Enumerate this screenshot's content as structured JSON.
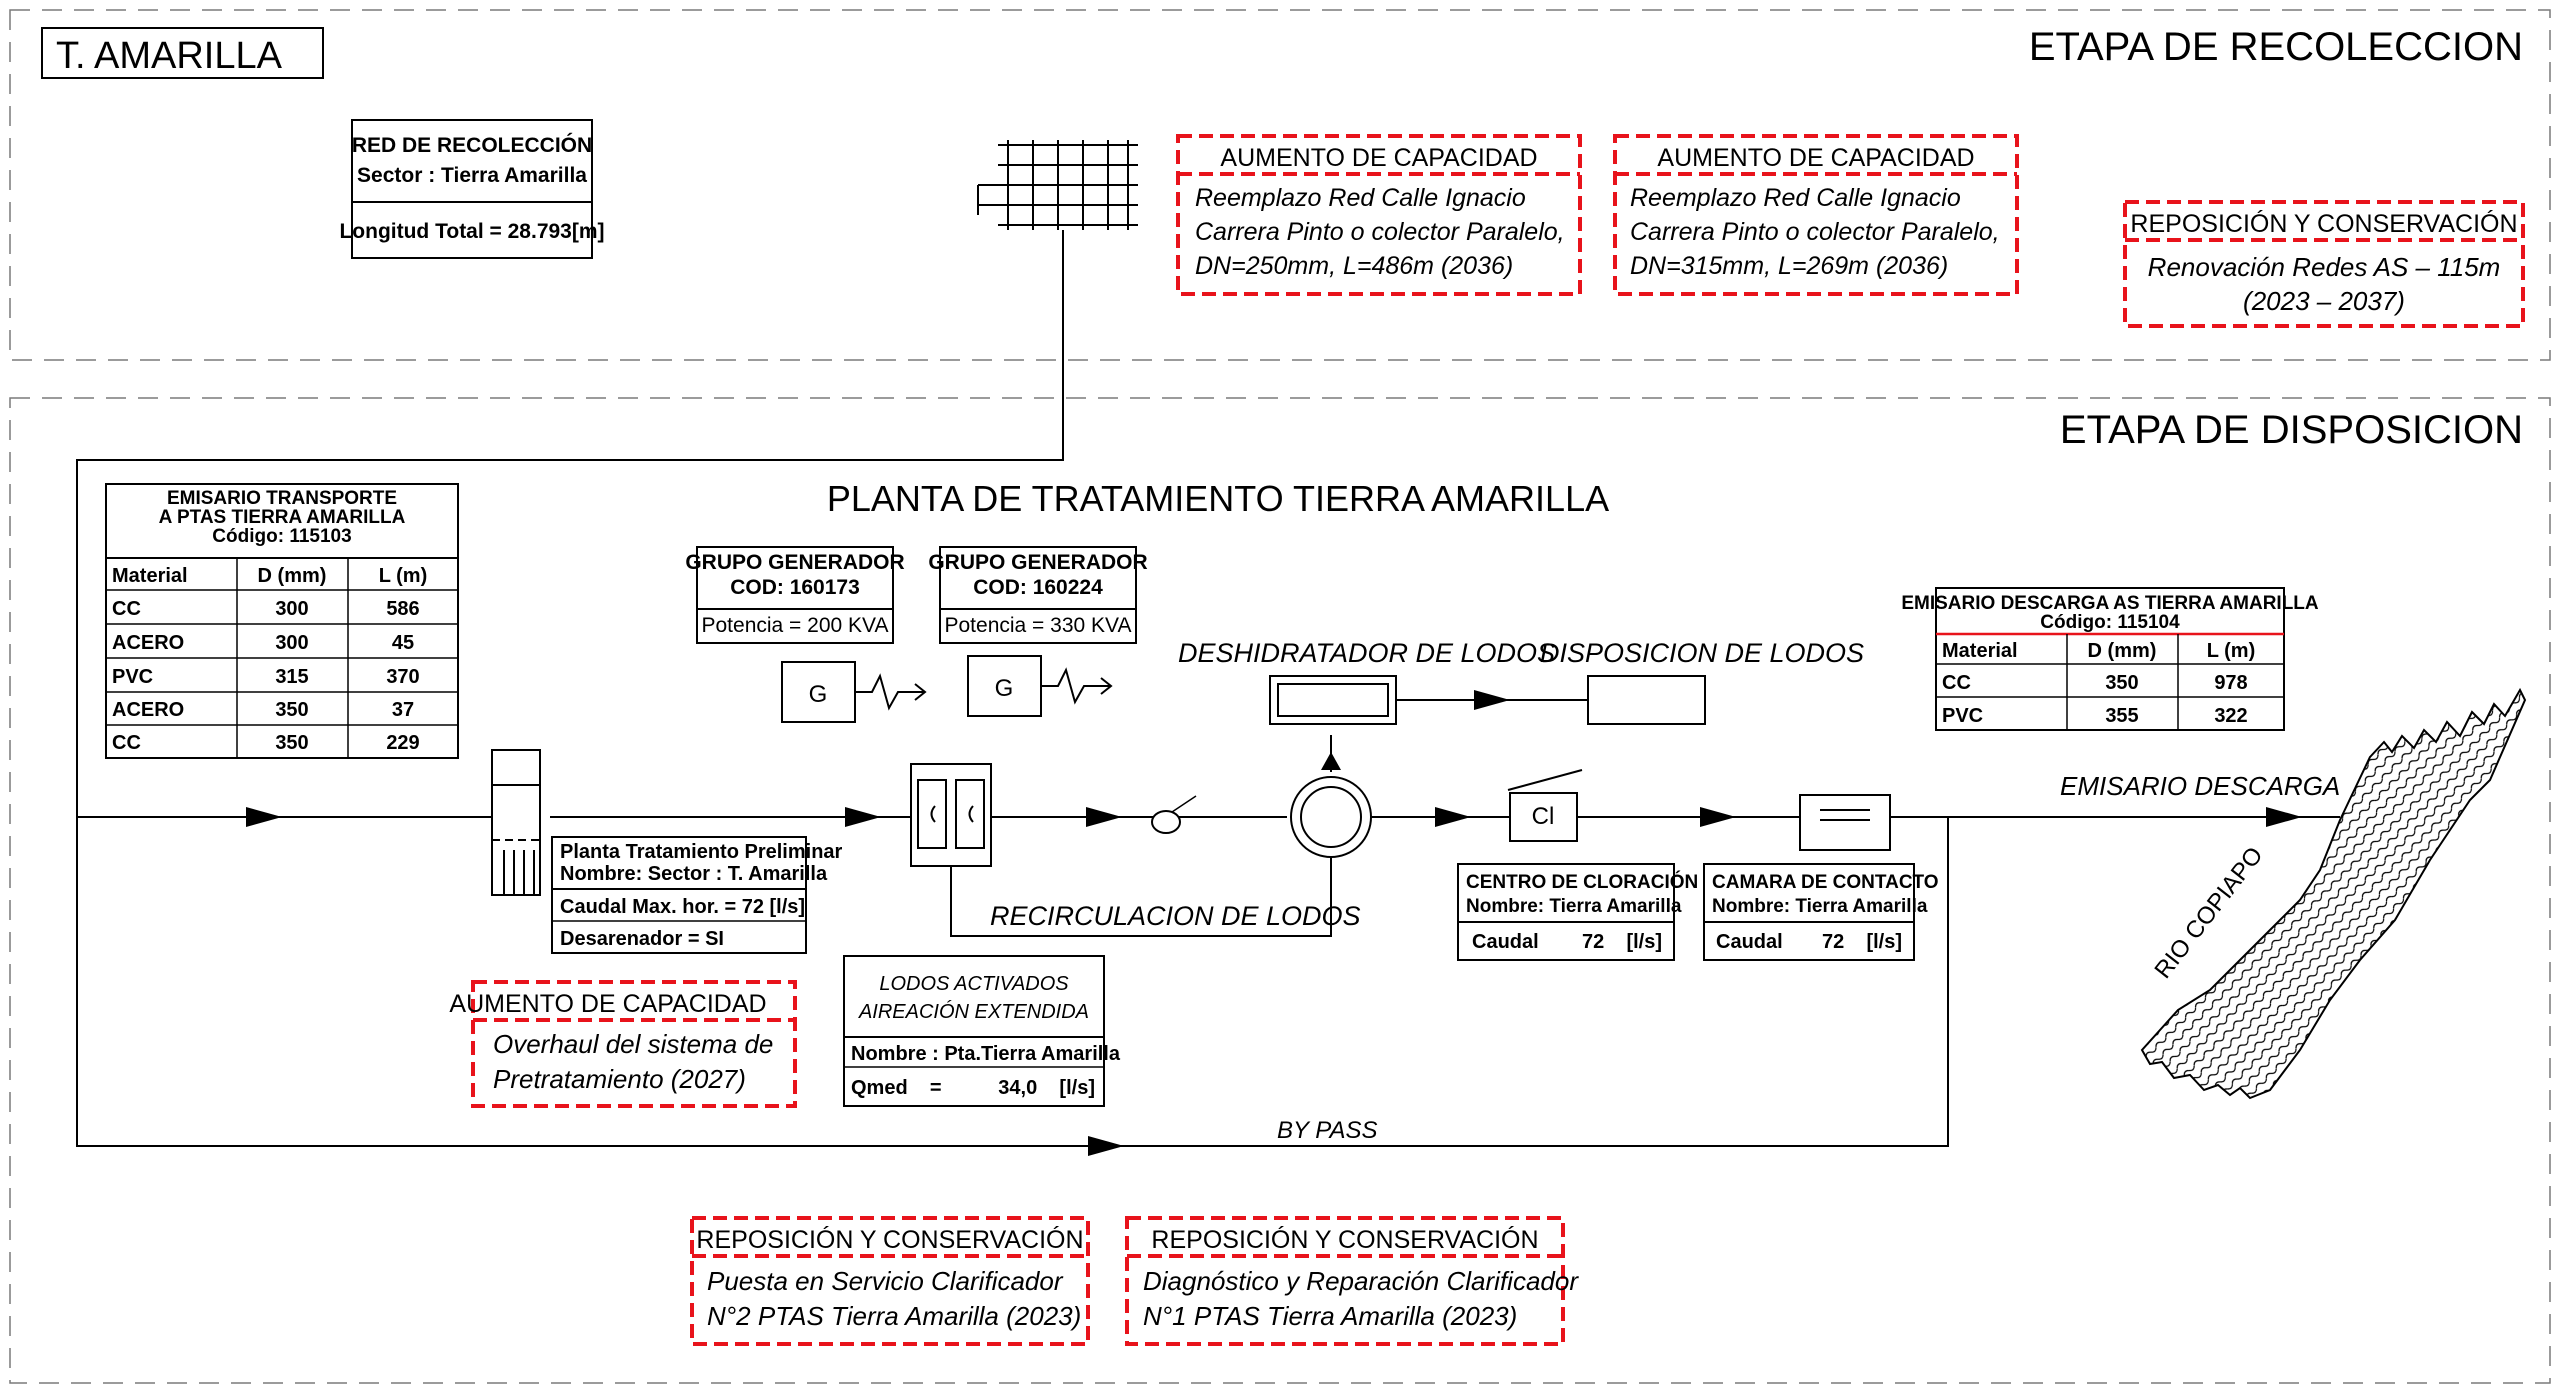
{
  "title_box": "T. AMARILLA",
  "stages": {
    "collection": "ETAPA DE RECOLECCION",
    "disposal": "ETAPA DE DISPOSICION"
  },
  "plant_title": "PLANTA DE TRATAMIENTO TIERRA AMARILLA",
  "collection_network": {
    "line1": "RED DE RECOLECCIÓN",
    "line2": "Sector : Tierra Amarilla",
    "length": "Longitud Total = 28.793[m]"
  },
  "red_boxes": {
    "cap1": {
      "title": "AUMENTO DE CAPACIDAD",
      "l1": "Reemplazo Red Calle Ignacio",
      "l2": "Carrera Pinto o colector Paralelo,",
      "l3": "DN=250mm, L=486m (2036)"
    },
    "cap2": {
      "title": "AUMENTO DE CAPACIDAD",
      "l1": "Reemplazo Red Calle Ignacio",
      "l2": "Carrera Pinto o colector Paralelo,",
      "l3": "DN=315mm, L=269m (2036)"
    },
    "rep1": {
      "title": "REPOSICIÓN Y CONSERVACIÓN",
      "l1": "Renovación Redes AS – 115m",
      "l2": "(2023 – 2037)"
    },
    "cap3": {
      "title": "AUMENTO DE CAPACIDAD",
      "l1": "Overhaul del sistema de",
      "l2": "Pretratamiento (2027)"
    },
    "rep2": {
      "title": "REPOSICIÓN Y CONSERVACIÓN",
      "l1": "Puesta en Servicio Clarificador",
      "l2": "N°2 PTAS Tierra Amarilla (2023)"
    },
    "rep3": {
      "title": "REPOSICIÓN Y CONSERVACIÓN",
      "l1": "Diagnóstico y Reparación Clarificador",
      "l2": "N°1 PTAS Tierra Amarilla (2023)"
    }
  },
  "emisario_transporte": {
    "t1": "EMISARIO TRANSPORTE",
    "t2": "A PTAS TIERRA AMARILLA",
    "t3": "Código: 115103",
    "headers": [
      "Material",
      "D (mm)",
      "L (m)"
    ],
    "rows": [
      [
        "CC",
        "300",
        "586"
      ],
      [
        "ACERO",
        "300",
        "45"
      ],
      [
        "PVC",
        "315",
        "370"
      ],
      [
        "ACERO",
        "350",
        "37"
      ],
      [
        "CC",
        "350",
        "229"
      ]
    ]
  },
  "emisario_descarga_table": {
    "t1": "EMISARIO DESCARGA AS TIERRA AMARILLA",
    "t2": "Código: 115104",
    "headers": [
      "Material",
      "D (mm)",
      "L (m)"
    ],
    "rows": [
      [
        "CC",
        "350",
        "978"
      ],
      [
        "PVC",
        "355",
        "322"
      ]
    ]
  },
  "generators": {
    "g1": {
      "t1": "GRUPO GENERADOR",
      "t2": "COD: 160173",
      "power": "Potencia = 200 KVA",
      "symbol": "G"
    },
    "g2": {
      "t1": "GRUPO GENERADOR",
      "t2": "COD: 160224",
      "power": "Potencia = 330 KVA",
      "symbol": "G"
    }
  },
  "preliminary": {
    "l1": "Planta Tratamiento Preliminar",
    "l2": "Nombre: Sector :   T. Amarilla",
    "l3": "Caudal Max. hor. = 72  [l/s]",
    "l4": "Desarenador  =   SI"
  },
  "lodos": {
    "l1": "LODOS ACTIVADOS",
    "l2": "AIREACIÓN EXTENDIDA",
    "l3": "Nombre : Pta.Tierra Amarilla",
    "l4a": "Qmed    =",
    "l4b": "34,0    [l/s]"
  },
  "cloracion": {
    "l1": "CENTRO DE CLORACIÓN",
    "l2": "Nombre:  Tierra Amarilla",
    "caudal_label": "Caudal",
    "caudal_value": "72    [l/s]",
    "symbol": "Cl"
  },
  "contacto": {
    "l1": "CAMARA DE CONTACTO",
    "l2": "Nombre: Tierra Amarilla",
    "caudal_label": "Caudal",
    "caudal_value": "72    [l/s]"
  },
  "labels": {
    "deshidratador": "DESHIDRATADOR DE LODOS",
    "disposicion": "DISPOSICION DE LODOS",
    "recirculacion": "RECIRCULACION DE LODOS",
    "bypass": "BY PASS",
    "emisario_descarga": "EMISARIO DESCARGA",
    "rio": "RIO COPIAPO"
  },
  "colors": {
    "red": "#e8131b",
    "black": "#000000",
    "gray_dash": "#7a7a7a"
  }
}
